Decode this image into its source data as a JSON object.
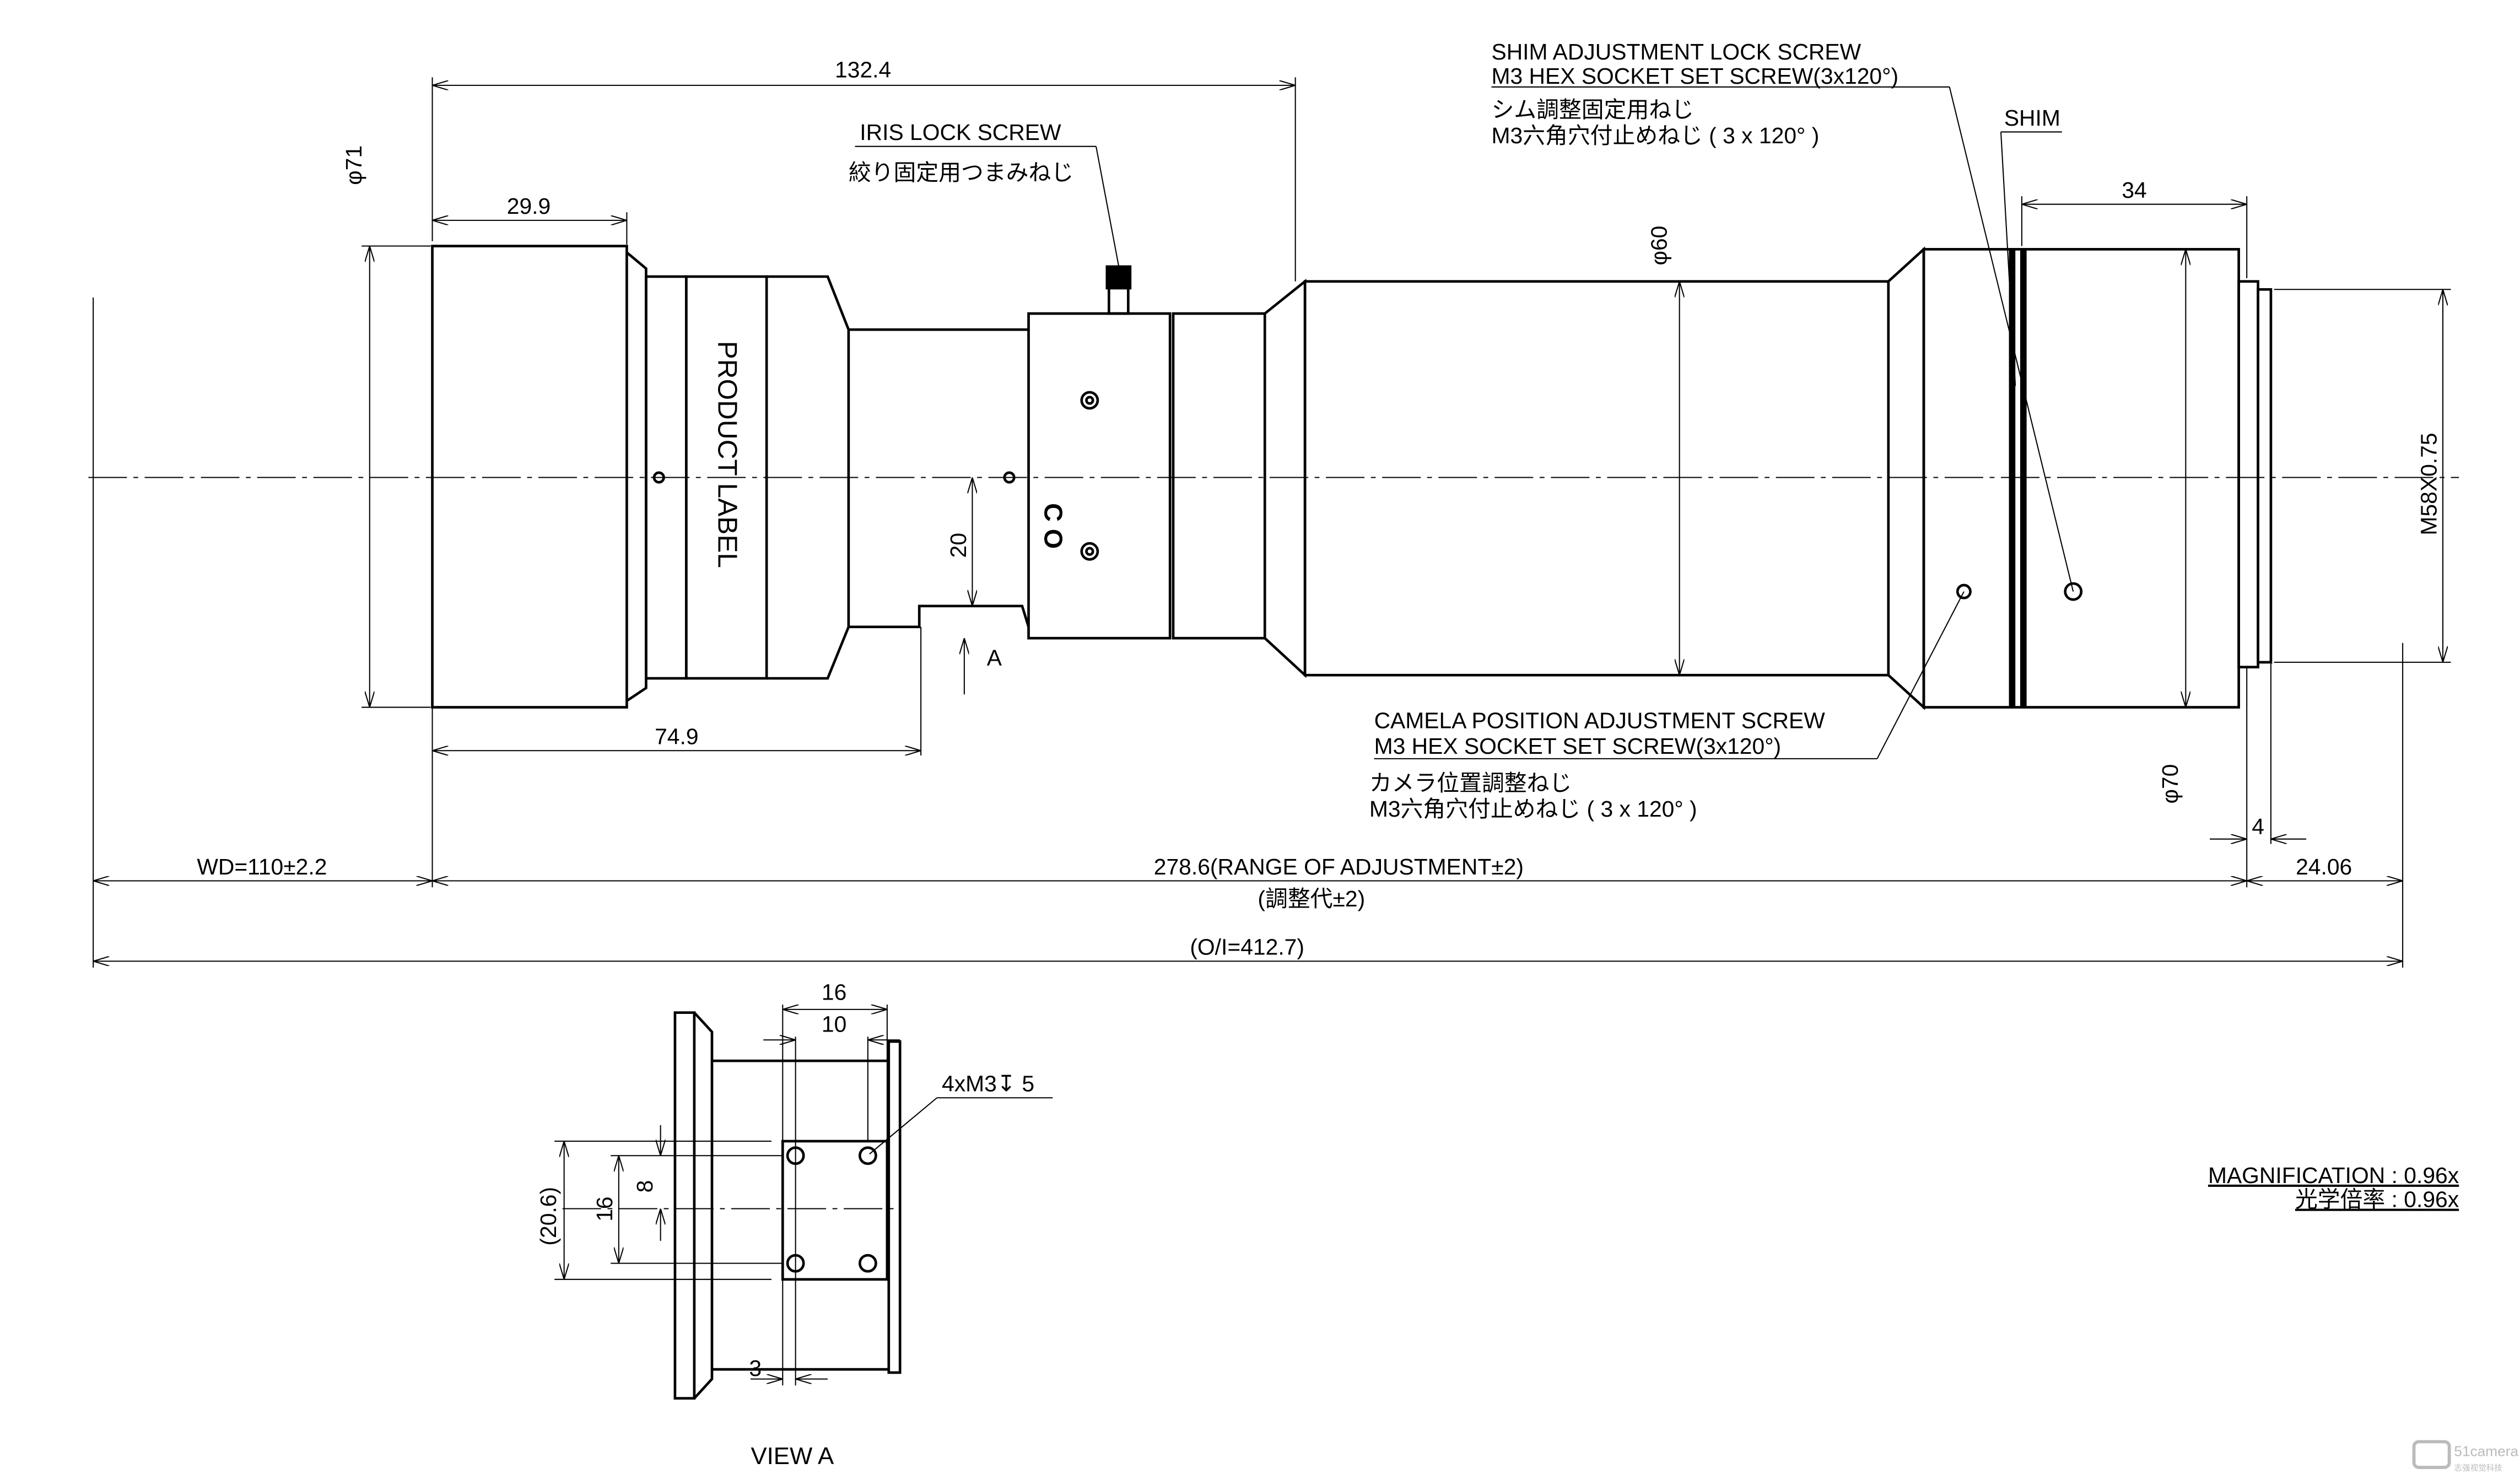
{
  "dimensions": {
    "overall_length": "132.4",
    "front_length": "29.9",
    "front_diameter": "φ71",
    "body_diameter": "φ60",
    "rear_diameter": "φ70",
    "rear_length": "34",
    "mount_thread": "M58X0.75",
    "mount_offset": "4",
    "mount_flange": "24.06",
    "view_a_position": "74.9",
    "view_a_height": "20",
    "wd": "WD=110±2.2",
    "range": "278.6(RANGE OF ADJUSTMENT±2)",
    "range_jp": "(調整代±2)",
    "oi": "(O/I=412.7)"
  },
  "labels": {
    "product_label": "PRODUCT LABEL",
    "iris_lock_en": "IRIS  LOCK SCREW",
    "iris_lock_jp": "絞り固定用つまみねじ",
    "shim_lock_en1": "SHIM ADJUSTMENT LOCK SCREW",
    "shim_lock_en2": "M3 HEX SOCKET SET SCREW(3x120°)",
    "shim_lock_jp1": "シム調整固定用ねじ",
    "shim_lock_jp2": "M3六角穴付止めねじ ( 3 x 120° )",
    "shim": "SHIM",
    "camera_adj_en1": "CAMELA POSITION ADJUSTMENT SCREW",
    "camera_adj_en2": "M3 HEX SOCKET SET SCREW(3x120°)",
    "camera_adj_jp1": "カメラ位置調整ねじ",
    "camera_adj_jp2": "M3六角穴付止めねじ ( 3 x 120° )",
    "co_mark": "C O",
    "view_arrow": "A"
  },
  "view_a": {
    "title": "VIEW A",
    "dim_16": "16",
    "dim_10": "10",
    "dim_8": "8",
    "dim_16v": "16",
    "dim_206": "(20.6)",
    "dim_3": "3",
    "holes": "4xM3↧ 5"
  },
  "spec": {
    "magnification_en": "MAGNIFICATION : 0.96x",
    "magnification_jp": "光学倍率 : 0.96x"
  },
  "watermark": {
    "brand": "51camera",
    "sub": "志强视觉科技"
  }
}
